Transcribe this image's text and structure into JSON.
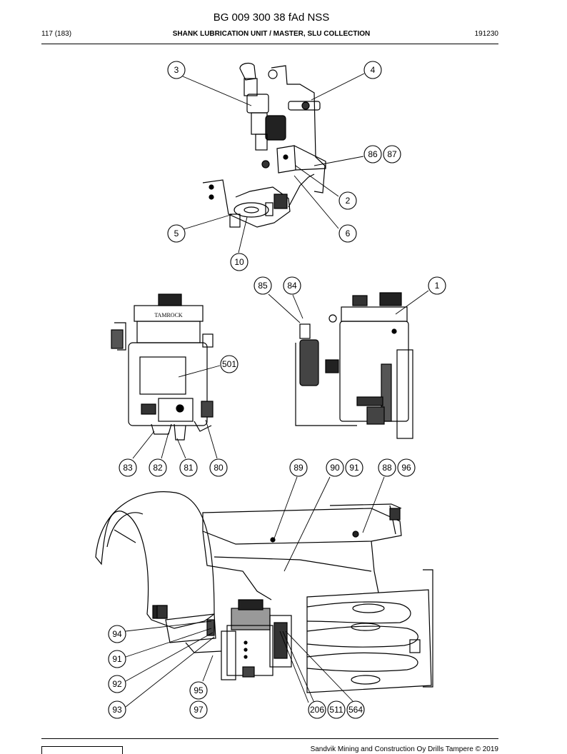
{
  "header": {
    "doc_title": "BG 009 300 38 fAd NSS",
    "page": "117 (183)",
    "section": "SHANK LUBRICATION UNIT / MASTER, SLU COLLECTION",
    "date_code": "191230"
  },
  "callouts": {
    "top": [
      "3",
      "4",
      "86",
      "87",
      "2",
      "5",
      "6",
      "10"
    ],
    "middle": [
      "85",
      "84",
      "1",
      "501",
      "83",
      "82",
      "81",
      "80"
    ],
    "bottom": [
      "89",
      "90",
      "91",
      "88",
      "96",
      "94",
      "91",
      "92",
      "93",
      "95",
      "97",
      "206",
      "511",
      "564"
    ]
  },
  "labels": {
    "brand_plate": "TAMROCK"
  },
  "footer": {
    "copyright": "Sandvik Mining and Construction Oy Drills Tampere © 2019"
  }
}
